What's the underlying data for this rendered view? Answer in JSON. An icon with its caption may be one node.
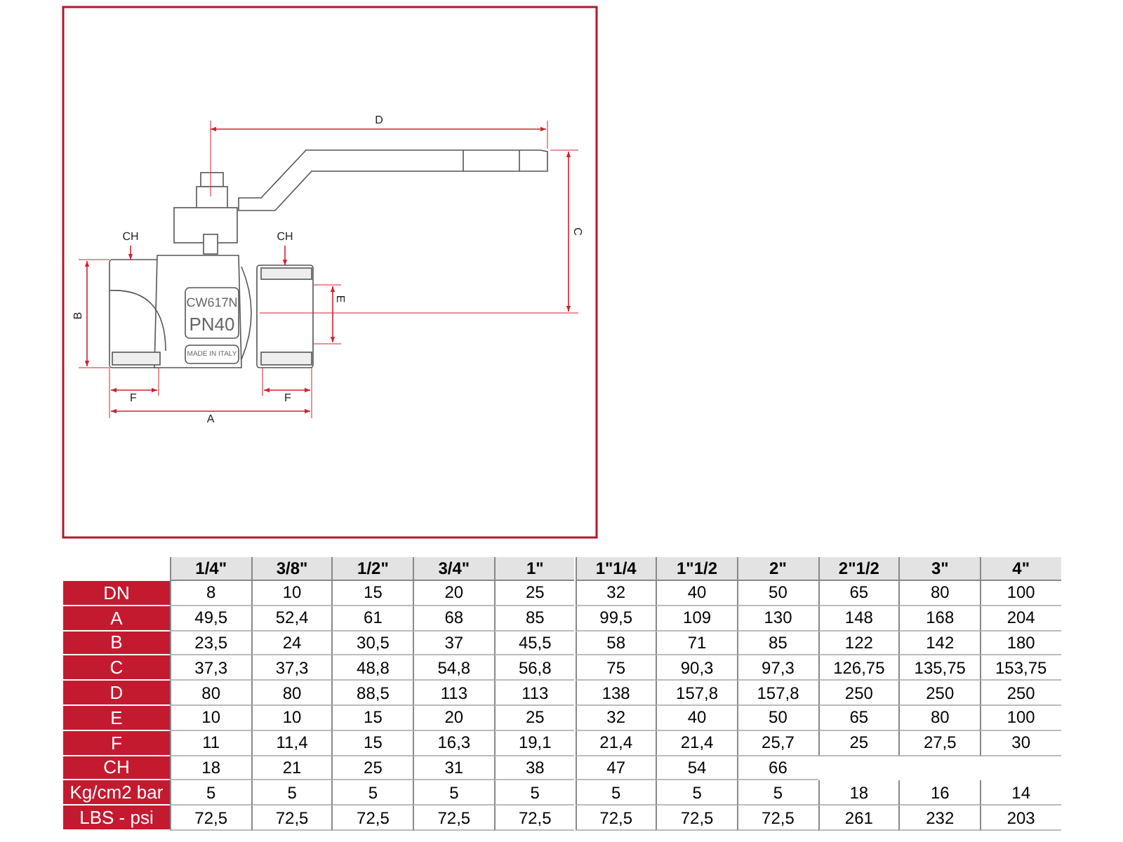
{
  "diagram": {
    "labels": [
      "D",
      "C",
      "CH",
      "CH",
      "B",
      "E",
      "CW617N",
      "PN40",
      "MADE IN ITALY",
      "F",
      "F",
      "A",
      "1/4\"",
      "3/8\"",
      "1/2\"",
      "3/4\"",
      "1\"",
      "1\"1/4",
      "1\"1/2",
      "2\"",
      "2\"1/2",
      "3\"",
      "4\"",
      "DN",
      "8",
      "10",
      "15",
      "20",
      "25",
      "32",
      "40",
      "50",
      "65",
      "80",
      "100",
      "A",
      "49,5",
      "52,4",
      "61",
      "68",
      "85",
      "99,5",
      "109",
      "130",
      "148",
      "168",
      "204",
      "B",
      "23,5",
      "24",
      "30,5",
      "37",
      "45,5",
      "58",
      "71",
      "85",
      "122",
      "142",
      "180",
      "C",
      "37,3",
      "37,3",
      "48,8",
      "54,8",
      "56,8",
      "75",
      "90,3",
      "97,3",
      "126,75",
      "135,75",
      "153,75",
      "D",
      "80",
      "80",
      "88,5",
      "113",
      "113",
      "138",
      "157,8",
      "157,8",
      "250",
      "250",
      "250",
      "E",
      "10",
      "10",
      "15",
      "20",
      "25",
      "32",
      "40",
      "50",
      "65",
      "80",
      "100",
      "F",
      "11",
      "11,4",
      "15",
      "16,3",
      "19,1",
      "21,4",
      "21,4",
      "25,7",
      "25",
      "27,5",
      "30",
      "CH",
      "18",
      "21",
      "25",
      "31",
      "38",
      "47",
      "54",
      "66",
      "Kg/cm2 bar",
      "5",
      "5",
      "5",
      "5",
      "5",
      "5",
      "5",
      "5",
      "18",
      "16",
      "14",
      "LBS - psi",
      "72,5",
      "72,5",
      "72,5",
      "72,5",
      "72,5",
      "72,5",
      "72,5",
      "72,5",
      "261",
      "232",
      "203"
    ]
  }
}
